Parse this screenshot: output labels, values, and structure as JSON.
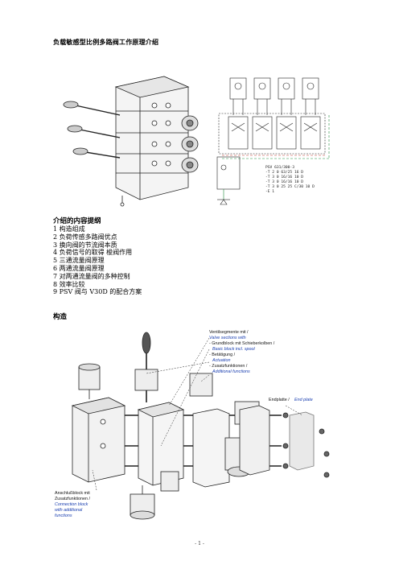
{
  "document": {
    "title": "负载敏感型比例多路阀工作原理介绍",
    "outline_heading": "介绍的内容提纲",
    "outline_items": [
      "1  构造组成",
      "2  负荷传感多路阀优点",
      "3  换向阀的节流阀本质",
      "4  负荷信号的取得    梭阀作用",
      "5  三通流量阀原理",
      "6  两通流量阀原理",
      "7  对两通流量阀的多种控制",
      "8  效率比较",
      "9 PSV 阀与 V30D 的配合方案"
    ],
    "section_heading": "构造",
    "page_number": "- 1 -"
  },
  "figure1": {
    "schematic_table": [
      "PSV 631/300-3",
      "-T 2 0 63/25 16 D",
      "-T 3 0 16/16 10 D",
      "-T 3 0 16/16 10 D",
      "-T 3 0 25 25 C/30 10 D",
      "-E 1"
    ]
  },
  "figure2": {
    "callouts": [
      {
        "text": "Ventilsegmente mit /",
        "style": "black"
      },
      {
        "text": "Valve sections with",
        "style": "blue"
      },
      {
        "text": "- Grundblock mit Schieberkolben /",
        "style": "black"
      },
      {
        "text": "Basic block incl. spool",
        "style": "blue"
      },
      {
        "text": "- Betätigung /",
        "style": "black"
      },
      {
        "text": "Actuation",
        "style": "blue"
      },
      {
        "text": "- Zusatzfunktionen /",
        "style": "black"
      },
      {
        "text": "Additional functions",
        "style": "blue"
      }
    ],
    "end_plate": {
      "de": "Endplatte /",
      "en": "End plate"
    },
    "connection_block": [
      {
        "text": "Anschlußblock mit",
        "style": "black"
      },
      {
        "text": "Zusatzfunktionen /",
        "style": "black"
      },
      {
        "text": "Connection block",
        "style": "blue"
      },
      {
        "text": "with additional",
        "style": "blue"
      },
      {
        "text": "functions",
        "style": "blue"
      }
    ]
  },
  "colors": {
    "caption_blue": "#1a3fb0",
    "schematic_green": "#1e8a3a",
    "schematic_red": "#c0392b"
  }
}
